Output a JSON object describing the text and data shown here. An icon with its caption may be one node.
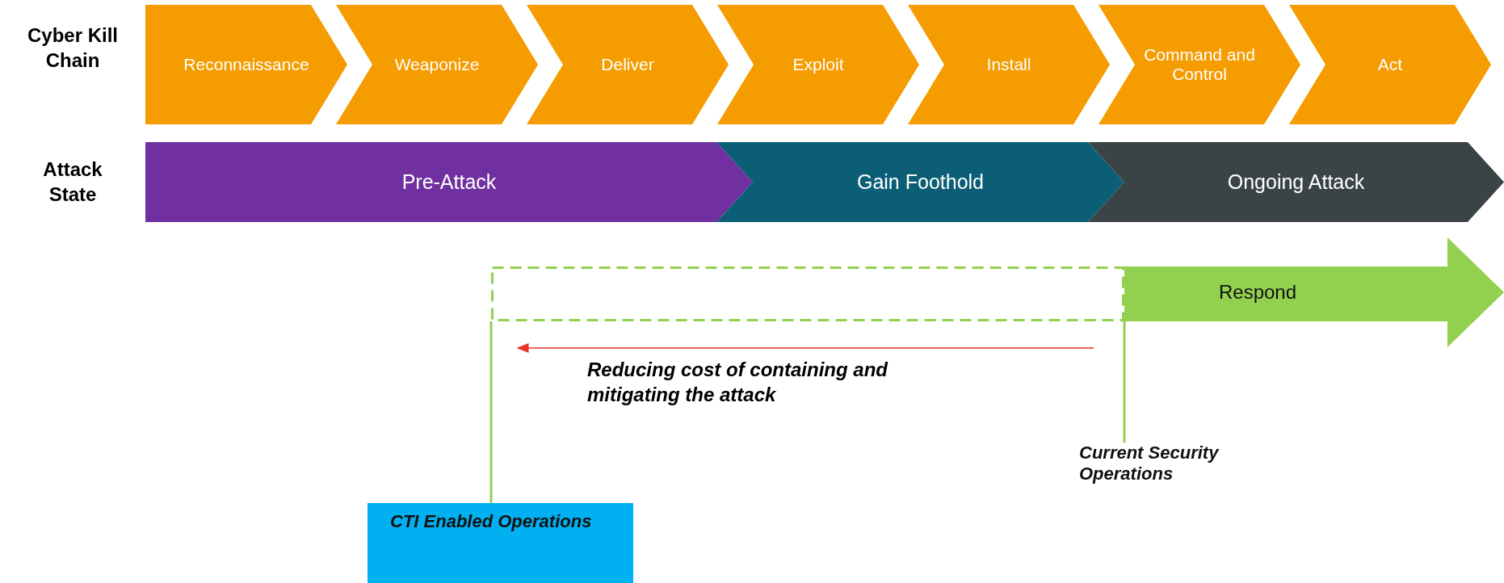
{
  "diagram": {
    "nodes": [
      {
        "text": [
          "Reconnaissance"
        ]
      },
      {
        "text": [
          "Weaponize"
        ]
      },
      {
        "text": [
          "Deliver"
        ]
      },
      {
        "text": [
          "Exploit"
        ]
      },
      {
        "text": [
          "Install"
        ]
      },
      {
        "text": [
          "Command and Control"
        ]
      },
      {
        "text": [
          "Act"
        ]
      },
      {
        "text": [
          "Pre-Attack"
        ]
      },
      {
        "text": [
          "Gain Foothold"
        ]
      },
      {
        "text": [
          "Ongoing Attack"
        ]
      },
      {
        "text": [
          "Respond"
        ]
      },
      {
        "text": [],
        "shape": "box"
      },
      {
        "text": [
          "Current Security Operations"
        ]
      },
      {
        "text": [
          "CTI Enabled Operations"
        ]
      }
    ],
    "edges": [
      {
        "from": 12,
        "to": 10,
        "arrow": "none",
        "color": "#92d050"
      },
      {
        "from": 13,
        "to": 11,
        "arrow": "none",
        "color": "#92d050"
      }
    ],
    "labels": [
      "Cyber Kill Chain",
      "Attack State",
      "Reducing cost of containing and mitigating the attack"
    ]
  }
}
